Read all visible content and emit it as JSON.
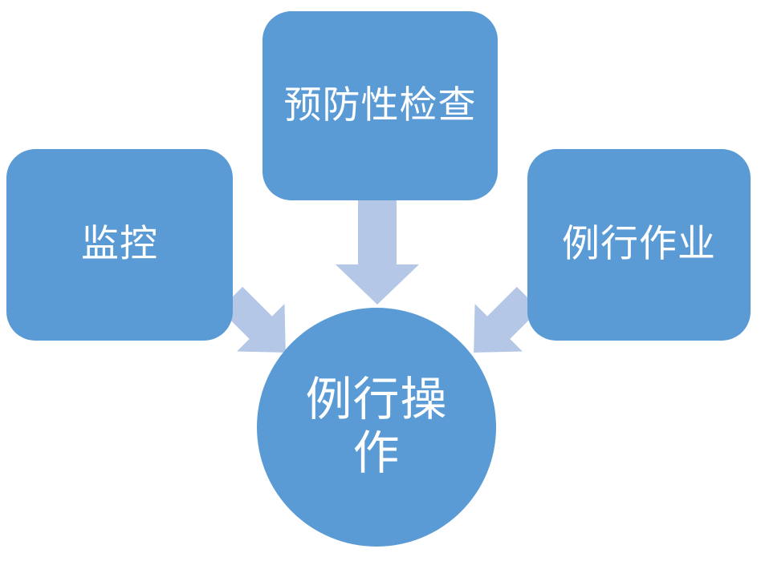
{
  "diagram": {
    "title": "routine-operations-flow",
    "background": "#ffffff",
    "colors": {
      "node_fill": "#5b9bd5",
      "arrow_fill": "#b4c7e7",
      "text": "#ffffff"
    },
    "nodes": {
      "monitoring": {
        "label": "监控"
      },
      "preventive_inspection": {
        "label": "预防性检查"
      },
      "routine_work": {
        "label": "例行作业"
      },
      "routine_operation": {
        "label": "例行操作"
      }
    },
    "edges": [
      {
        "from": "monitoring",
        "to": "routine_operation",
        "style": "block-arrow"
      },
      {
        "from": "preventive_inspection",
        "to": "routine_operation",
        "style": "block-arrow"
      },
      {
        "from": "routine_work",
        "to": "routine_operation",
        "style": "block-arrow"
      }
    ]
  }
}
